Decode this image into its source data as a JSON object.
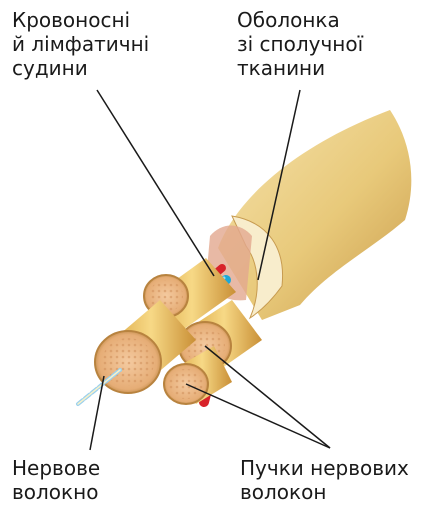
{
  "labels": {
    "vessels": "Кровоносні\nй лімфатичні\nсудини",
    "sheath": "Оболонка\nзі сполучної\nтканини",
    "nerve_fiber": "Нервове\nволокно",
    "bundles": "Пучки нервових\nволокон"
  },
  "colors": {
    "sheath": "#e8c97a",
    "fascicle": "#f3cf72",
    "fascicle_end": "#e9b679",
    "artery": "#d8232a",
    "lymph": "#1ca8d6",
    "fiber": "#9ad0ee",
    "leader": "#1a1a1a"
  },
  "icons": [
    "nerve-illustration"
  ]
}
